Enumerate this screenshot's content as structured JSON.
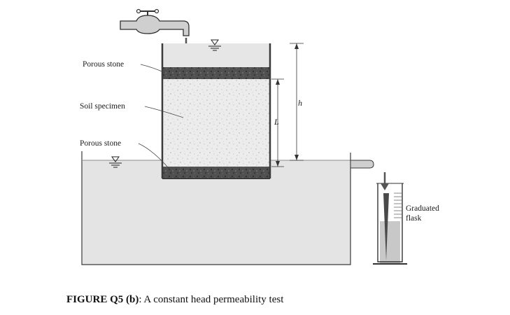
{
  "labels": {
    "porous_stone_top": "Porous stone",
    "soil_specimen": "Soil specimen",
    "porous_stone_bottom": "Porous stone",
    "graduated_flask_line1": "Graduated",
    "graduated_flask_line2": "flask",
    "head_h": "h",
    "length_L": "L"
  },
  "caption": {
    "figure_id": "FIGURE Q5 (b)",
    "text": ": A constant head permeability test"
  },
  "colors": {
    "water": "#e4e4e4",
    "soil": "#ececec",
    "porous_stone": "#4a4a4a",
    "outline": "#3a3a3a"
  }
}
